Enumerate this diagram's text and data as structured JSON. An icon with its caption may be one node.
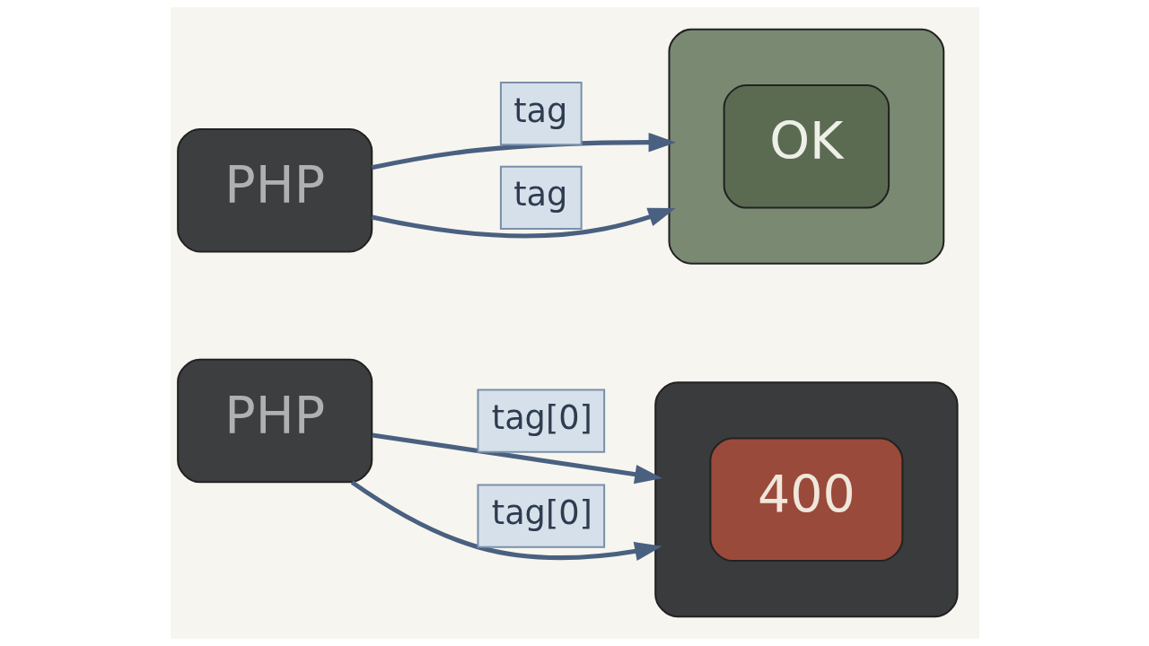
{
  "diagram": {
    "nodes": [
      {
        "text": [
          "PHP"
        ]
      },
      {
        "text": [],
        "shape": "box"
      },
      {
        "text": [
          "400"
        ],
        "in": 1
      },
      {
        "text": [
          "PHP"
        ]
      },
      {
        "text": [],
        "shape": "box"
      },
      {
        "text": [
          "OK"
        ],
        "in": 4
      }
    ],
    "edges": [
      {
        "from": 0,
        "to": 1,
        "arrow": "to",
        "label": "tag[0]"
      },
      {
        "from": 0,
        "to": 1,
        "arrow": "to",
        "label": "tag[0]"
      },
      {
        "from": 3,
        "to": 4,
        "arrow": "to",
        "label": "tag"
      },
      {
        "from": 3,
        "to": 4,
        "arrow": "to",
        "label": "tag"
      }
    ]
  }
}
